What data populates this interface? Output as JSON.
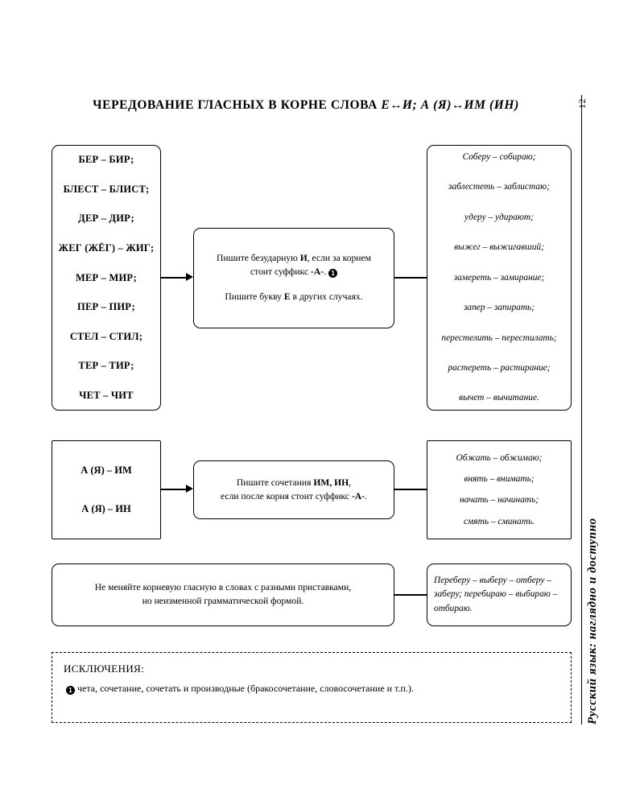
{
  "page": {
    "number": "12",
    "running_head": "Русский язык: наглядно и доступно",
    "title_main": "ЧЕРЕДОВАНИЕ ГЛАСНЫХ В КОРНЕ СЛОВА ",
    "title_italic_1": "Е",
    "title_arrow_1": "↔",
    "title_italic_2": "И; А (Я)",
    "title_arrow_2": "↔",
    "title_italic_3": "ИМ (ИН)"
  },
  "section1": {
    "roots": [
      "БЕР – БИР;",
      "БЛЕСТ – БЛИСТ;",
      "ДЕР – ДИР;",
      "ЖЕГ (ЖЁГ) – ЖИГ;",
      "МЕР – МИР;",
      "ПЕР – ПИР;",
      "СТЕЛ – СТИЛ;",
      "ТЕР – ТИР;",
      "ЧЕТ – ЧИТ"
    ],
    "rule_line_1_a": "Пишите безударную ",
    "rule_line_1_b": "И",
    "rule_line_1_c": ", если за корнем",
    "rule_line_2_a": "стоит суффикс ",
    "rule_line_2_b": "-А-",
    "rule_line_2_c": ".",
    "footnote_marker": "1",
    "rule_line_3_a": "Пишите букву ",
    "rule_line_3_b": "Е",
    "rule_line_3_c": " в других случаях.",
    "examples": [
      "Соберу – собираю;",
      "заблестеть – заблистаю;",
      "удеру – удирают;",
      "выжег – выжигавший;",
      "замереть – замирание;",
      "запер – запирать;",
      "перестелить – перестилать;",
      "растереть – растирание;",
      "вычет – вычитание."
    ]
  },
  "section2": {
    "pairs": [
      "А (Я) – ИМ",
      "А (Я) – ИН"
    ],
    "rule_line_1_a": "Пишите сочетания ",
    "rule_line_1_b": "ИМ, ИН",
    "rule_line_1_c": ",",
    "rule_line_2_a": "если после корня стоит суффикс ",
    "rule_line_2_b": "-А-",
    "rule_line_2_c": ".",
    "examples": [
      "Обжать – обжимаю;",
      "внять – внимать;",
      "начать – начинать;",
      "смять – сминать."
    ]
  },
  "section3": {
    "rule_line_1": "Не меняйте корневую гласную в словах с разными приставками,",
    "rule_line_2": "но неизменной грамматической формой.",
    "example": "Переберу – выберу – отберу – заберу; перебираю – выбираю – отбираю."
  },
  "exceptions": {
    "title": "ИСКЛЮЧЕНИЯ:",
    "marker": "1",
    "text": "чета, сочетание, сочетать и производные (бракосочетание, словосочетание и т.п.)."
  }
}
